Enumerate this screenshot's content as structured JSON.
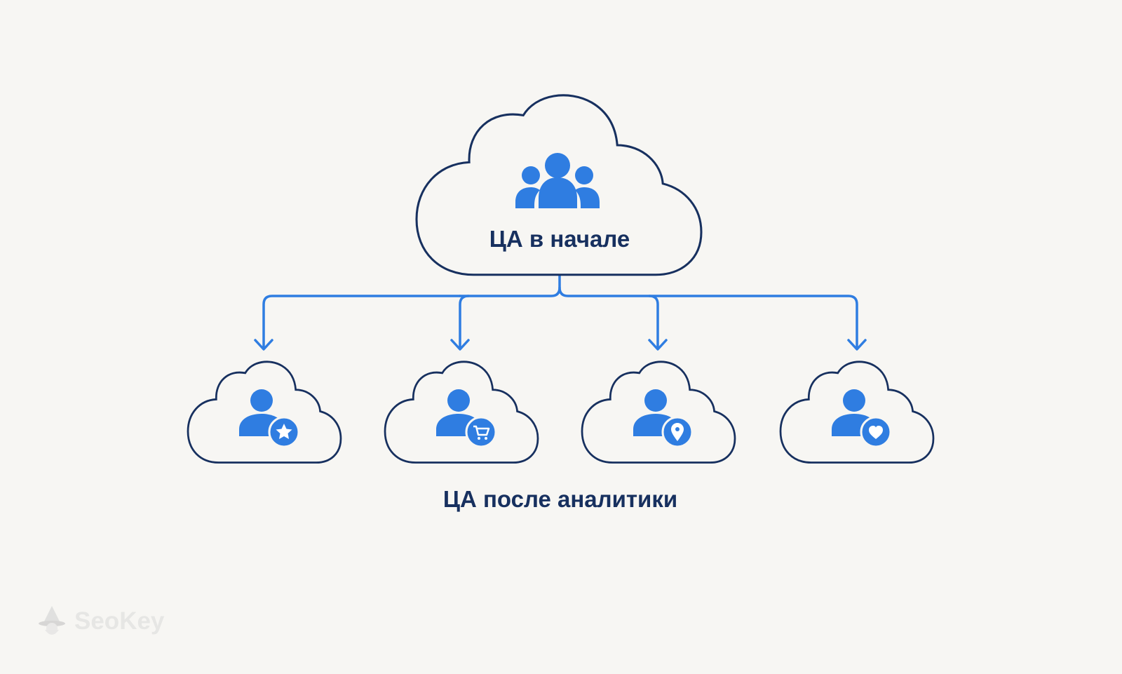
{
  "diagram": {
    "top_label": "ЦА в начале",
    "bottom_label": "ЦА после аналитики",
    "child_badges": [
      "star-icon",
      "cart-icon",
      "location-pin-icon",
      "heart-icon"
    ]
  },
  "watermark": {
    "text": "SeoKey"
  },
  "colors": {
    "background": "#f7f6f3",
    "outline": "#17305f",
    "accent": "#2f7de1",
    "text": "#17305f"
  }
}
